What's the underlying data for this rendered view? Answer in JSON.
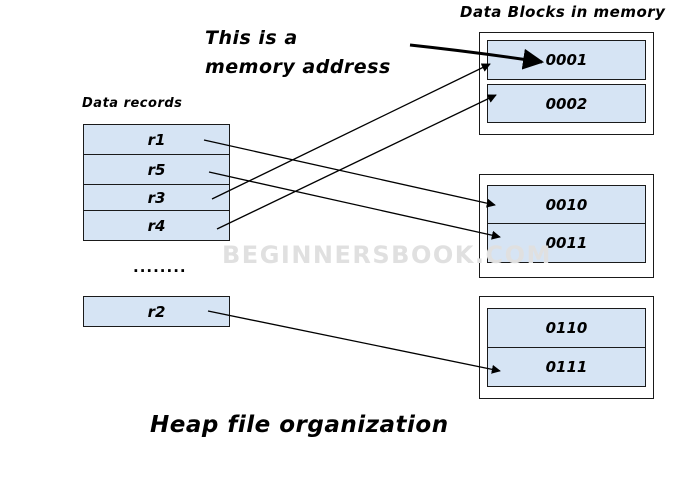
{
  "title": "Heap file organization",
  "blocks_title": "Data Blocks in memory",
  "address_note": [
    "This is a",
    "memory address"
  ],
  "records_title": "Data records",
  "ellipsis": "........",
  "watermark": "BEGINNERSBOOK.COM",
  "records": [
    "r1",
    "r5",
    "r3",
    "r4",
    "r2"
  ],
  "block_groups": [
    [
      "0001",
      "0002"
    ],
    [
      "0010",
      "0011"
    ],
    [
      "0110",
      "0111"
    ]
  ],
  "mappings": [
    {
      "record": "r1",
      "block": "0010"
    },
    {
      "record": "r5",
      "block": "0011"
    },
    {
      "record": "r3",
      "block": "0001"
    },
    {
      "record": "r4",
      "block": "0002"
    },
    {
      "record": "r2",
      "block": "0111"
    }
  ],
  "colors": {
    "cell_fill": "#d6e4f4",
    "line": "#000000",
    "watermark": "#e0e0e0"
  }
}
